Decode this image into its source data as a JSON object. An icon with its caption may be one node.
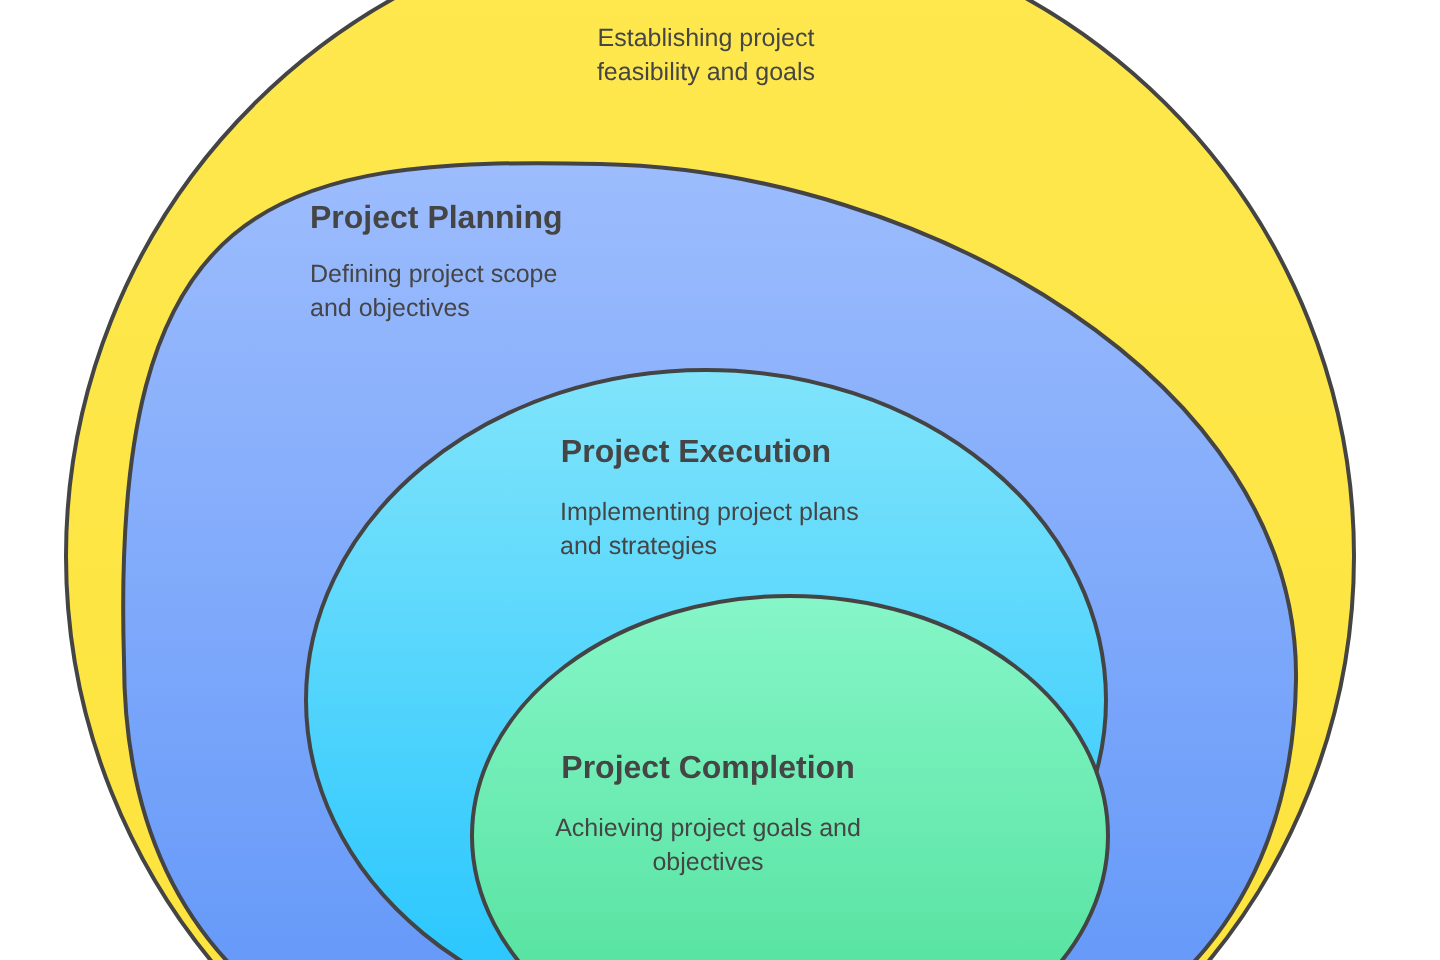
{
  "diagram": {
    "nodes": [
      {
        "text": [
          "Establishing project feasibility and goals"
        ]
      },
      {
        "text": [
          "Project Planning",
          "Defining project scope and objectives"
        ],
        "in": 0
      },
      {
        "text": [
          "Project Execution",
          "Implementing project plans and strategies"
        ],
        "in": 1
      },
      {
        "text": [
          "Project Completion",
          "Achieving project goals and objectives"
        ],
        "in": 2
      }
    ]
  }
}
